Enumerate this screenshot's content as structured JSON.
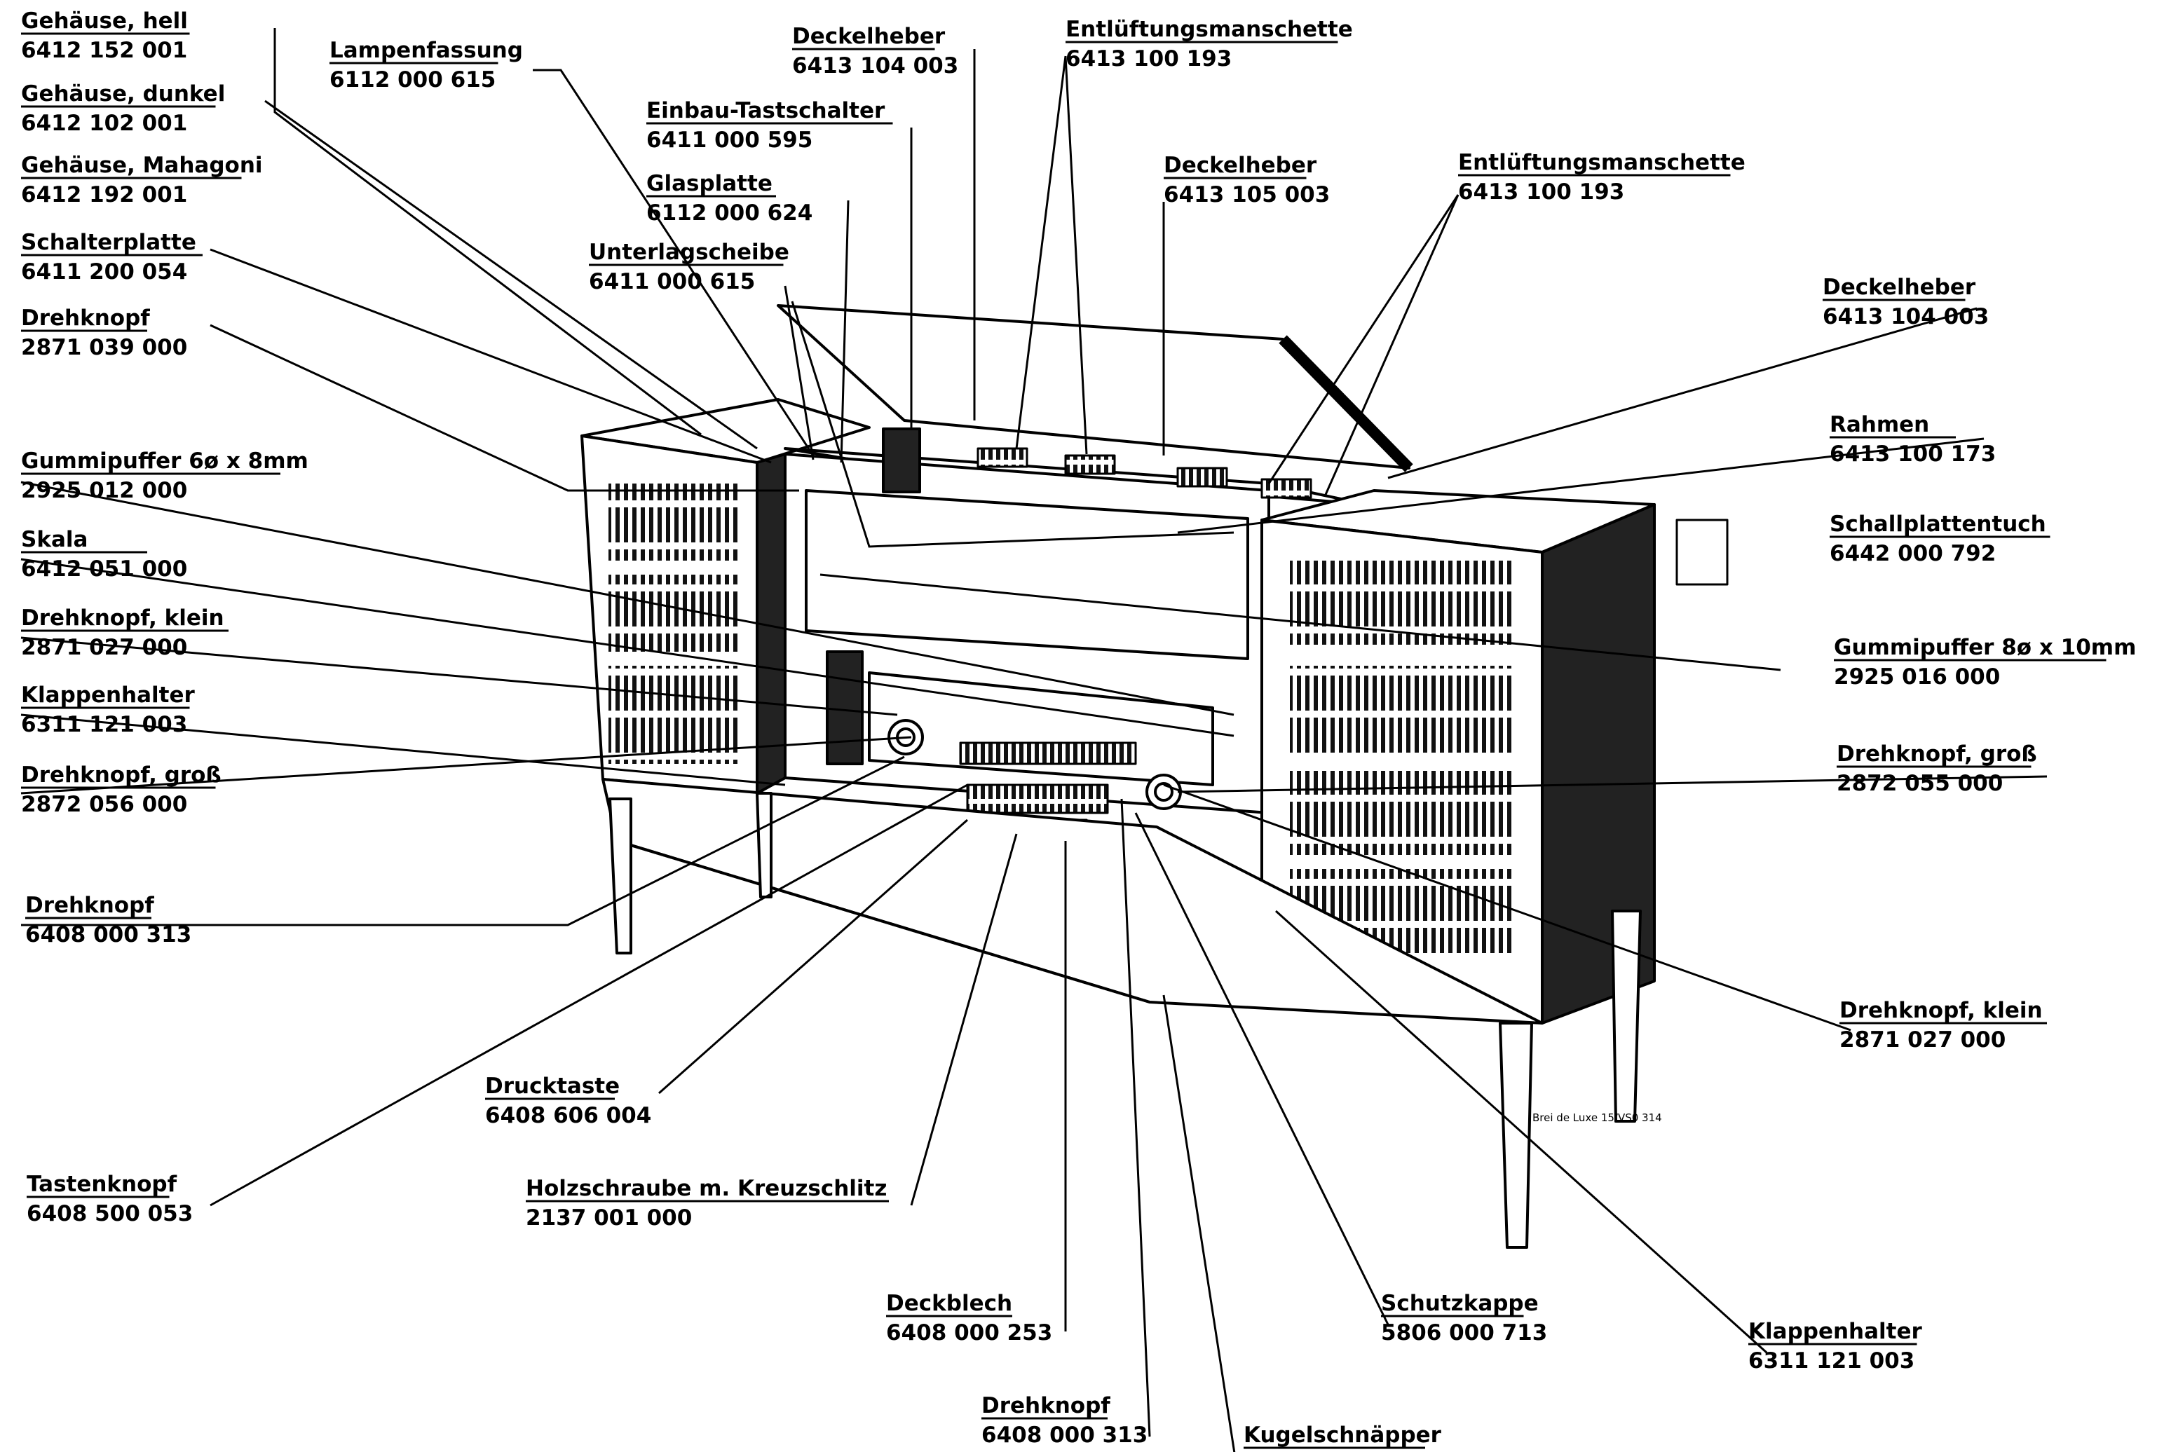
{
  "diagram": {
    "caption": "Brei de Luxe 15/VS0 314",
    "labels": [
      {
        "id": "l1",
        "name": "Gehäuse, hell",
        "number": "6412 152 001"
      },
      {
        "id": "l2",
        "name": "Gehäuse, dunkel",
        "number": "6412 102 001"
      },
      {
        "id": "l3",
        "name": "Gehäuse, Mahagoni",
        "number": "6412 192 001"
      },
      {
        "id": "l4",
        "name": "Schalterplatte",
        "number": "6411 200 054"
      },
      {
        "id": "l5",
        "name": "Drehknopf",
        "number": "2871 039 000"
      },
      {
        "id": "l6",
        "name": "Lampenfassung",
        "number": "6112 000 615"
      },
      {
        "id": "l7",
        "name": "Deckelheber",
        "number": "6413 104 003"
      },
      {
        "id": "l8",
        "name": "Entlüftungsmanschette",
        "number": "6413 100 193"
      },
      {
        "id": "l9",
        "name": "Einbau-Tastschalter",
        "number": "6411 000 595"
      },
      {
        "id": "l10",
        "name": "Glasplatte",
        "number": "6112 000 624"
      },
      {
        "id": "l11",
        "name": "Unterlagscheibe",
        "number": "6411 000 615"
      },
      {
        "id": "l12",
        "name": "Deckelheber",
        "number": "6413 105 003"
      },
      {
        "id": "l13",
        "name": "Entlüftungsmanschette",
        "number": "6413 100 193"
      },
      {
        "id": "l14",
        "name": "Deckelheber",
        "number": "6413 104 003"
      },
      {
        "id": "l15",
        "name": "Rahmen",
        "number": "6413 100 173"
      },
      {
        "id": "l16",
        "name": "Schallplattentuch",
        "number": "6442 000 792"
      },
      {
        "id": "l17",
        "name": "Gummipuffer 6ø x 8mm",
        "number": "2925 012 000"
      },
      {
        "id": "l18",
        "name": "Skala",
        "number": "6412 051 000"
      },
      {
        "id": "l19",
        "name": "Drehknopf, klein",
        "number": "2871 027 000"
      },
      {
        "id": "l20",
        "name": "Klappenhalter",
        "number": "6311 121 003"
      },
      {
        "id": "l21",
        "name": "Drehknopf, groß",
        "number": "2872 056 000"
      },
      {
        "id": "l22",
        "name": "Gummipuffer 8ø x 10mm",
        "number": "2925 016 000"
      },
      {
        "id": "l23",
        "name": "Drehknopf, groß",
        "number": "2872 055 000"
      },
      {
        "id": "l24",
        "name": "Drehknopf",
        "number": "6408 000 313"
      },
      {
        "id": "l25",
        "name": "Drucktaste",
        "number": "6408 606 004"
      },
      {
        "id": "l26",
        "name": "Tastenknopf",
        "number": "6408 500 053"
      },
      {
        "id": "l27",
        "name": "Holzschraube m. Kreuzschlitz",
        "number": "2137 001 000"
      },
      {
        "id": "l28",
        "name": "Deckblech",
        "number": "6408 000 253"
      },
      {
        "id": "l29",
        "name": "Drehknopf",
        "number": "6408 000 313"
      },
      {
        "id": "l30",
        "name": "Kugelschnäpper",
        "number": ""
      },
      {
        "id": "l31",
        "name": "Schutzkappe",
        "number": "5806 000 713"
      },
      {
        "id": "l32",
        "name": "Drehknopf, klein",
        "number": "2871 027 000"
      },
      {
        "id": "l33",
        "name": "Klappenhalter",
        "number": "6311 121 003"
      }
    ]
  }
}
